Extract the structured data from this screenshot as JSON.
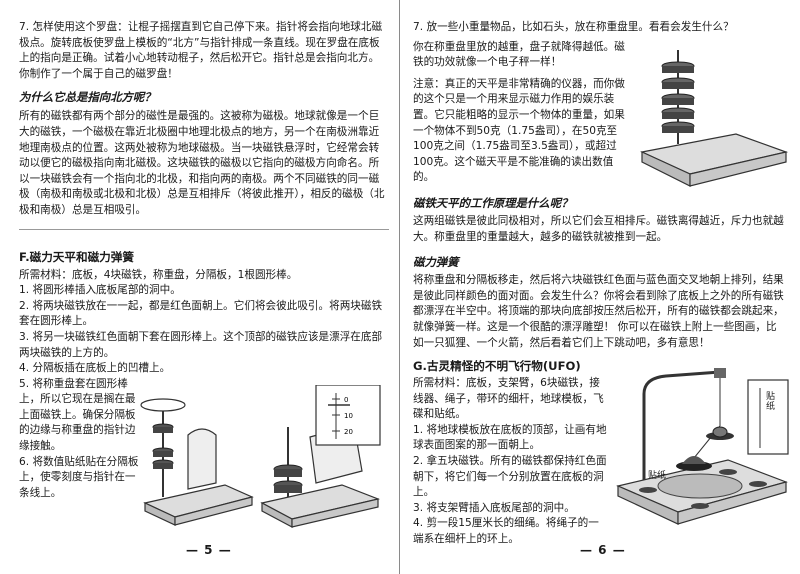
{
  "left": {
    "step7": "7. 怎样使用这个罗盘：让棍子摇摆直到它自己停下来。指针将会指向地球北磁极点。旋转底板使罗盘上模板的“北方”与指针排成一条直线。现在罗盘在底板上的指向是正确。试着小心地转动棍子，然后松开它。指针总是会指向北方。你制作了一个属于自己的磁罗盘！",
    "q_heading": "为什么它总是指向北方呢？",
    "q_body": "所有的磁铁都有两个部分的磁性是最强的。这被称为磁极。地球就像是一个巨大的磁铁，一个磁极在靠近北极圈中地理北极点的地方，另一个在南极洲靠近地理南极点的位置。这两处被称为地球磁极。当一块磁铁悬浮时，它经常会转动以便它的磁极指向南北磁极。这块磁铁的磁极以它指向的磁极方向命名。所以一块磁铁会有一个指向北的北极，和指向两的南极。两个不同磁铁的同一磁极（南极和南极或北极和北极）总是互相排斥（将彼此推开），相反的磁极（北极和南极）总是互相吸引。",
    "sectionF_title": "F.磁力天平和磁力弹簧",
    "materials": "所需材料：底板，4块磁铁，称重盘，分隔板，1根圆形棒。",
    "steps": [
      "1. 将圆形棒插入底板尾部的洞中。",
      "2. 将两块磁铁放在一一起，都是红色面朝上。它们将会彼此吸引。将两块磁铁套在圆形棒上。",
      "3. 将另一块磁铁红色面朝下套在圆形棒上。这个顶部的磁铁应该是漂浮在底部两块磁铁的上方的。",
      "4. 分隔板插在底板上的凹槽上。",
      "5. 将称重盘套在圆形棒上，所以它现在是搁在最上面磁铁上。确保分隔板的边缘与称重盘的指针边缘接触。",
      "6. 将数值贴纸贴在分隔板上，使零刻度与指针在一条线上。"
    ],
    "page_number": "— 5 —",
    "scale_labels": [
      "0",
      "10",
      "20"
    ]
  },
  "right": {
    "step7": "7. 放一些小重量物品，比如石头，放在称重盘里。看看会发生什么？",
    "step7_result": "你在称重盘里放的越重，盘子就降得越低。磁铁的功效就像一个电子秤一样！",
    "note": "注意：真正的天平是非常精确的仪器，而你做的这个只是一个用来显示磁力作用的娱乐装置。它只能粗略的显示一个物体的重量，如果一个物体不到50克（1.75盎司），在50克至100克之间（1.75盎司至3.5盎司），或超过100克。这个磁天平是不能准确的读出数值的。",
    "h_work": "磁铁天平的工作原理是什么呢？",
    "work_body": "这两组磁铁是彼此同极相对，所以它们会互相排斥。磁铁离得越近，斥力也就越大。称重盘里的重量越大，越多的磁铁就被推到一起。",
    "h_spring": "磁力弹簧",
    "spring_body": "将称重盘和分隔板移走，然后将六块磁铁红色面与蓝色面交叉地朝上排列，结果是彼此同样颜色的面对面。会发生什么？你将会看到除了底板上之外的所有磁铁都漂浮在半空中。将顶端的那块向底部按压然后松开，所有的磁铁都会跳起来，就像弹簧一样。这是一个很酷的漂浮雕塑！ 你可以在磁铁上附上一些图画，比如一只狐狸、一个火箭，然后看着它们上下跳动吧，多有意思！",
    "sectionG_title": "G.古灵精怪的不明飞行物(UFO)",
    "materials": "所需材料：底板，支架臂，6块磁铁，接线器、绳子，带环的细杆，地球模板，飞碟和贴纸。",
    "steps": [
      "1. 将地球模板放在底板的顶部，让画有地球表面图案的那一面朝上。",
      "2. 拿五块磁铁。所有的磁铁都保持红色面朝下，将它们每一个分别放置在底板的洞上。",
      "3. 将支架臂插入底板尾部的洞中。",
      "4. 剪一段15厘米长的细绳。将绳子的一端系在细杆上的环上。"
    ],
    "label_sticker": "贴纸",
    "label_sticker2": "贴纸",
    "page_number": "— 6 —"
  }
}
